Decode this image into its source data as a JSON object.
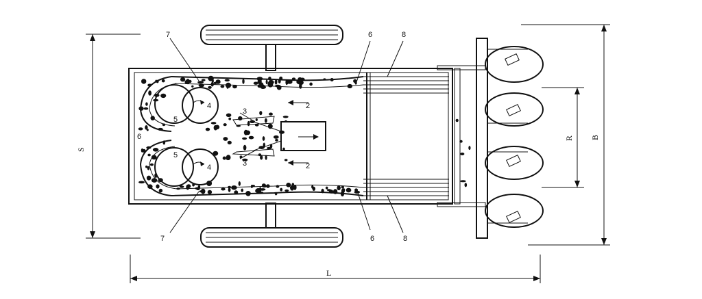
{
  "diagram": {
    "part_labels": {
      "n2": "2",
      "n3": "3",
      "n4": "4",
      "n5": "5",
      "n6": "6",
      "n7": "7",
      "n8": "8"
    },
    "dimension_labels": {
      "S": "S",
      "B": "B",
      "R": "R",
      "L": "L"
    }
  }
}
